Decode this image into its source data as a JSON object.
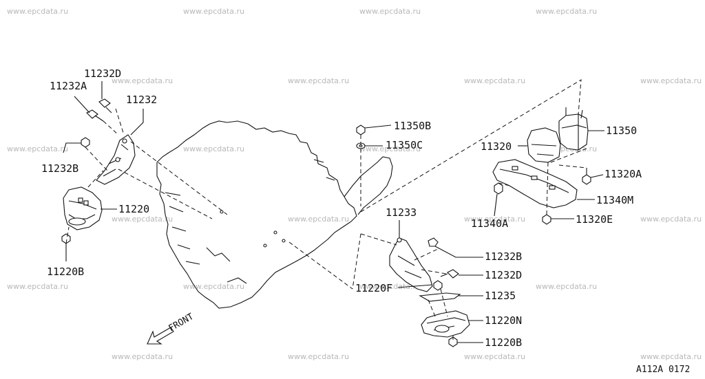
{
  "watermark": "www.epcdata.ru",
  "diagram_code": "A112A 0172",
  "front_label": "FRONT",
  "parts": {
    "p11232D_top": "11232D",
    "p11232A": "11232A",
    "p11232": "11232",
    "p11232B_left": "11232B",
    "p11220": "11220",
    "p11220B_left": "11220B",
    "p11350B": "11350B",
    "p11350C": "11350C",
    "p11350": "11350",
    "p11320": "11320",
    "p11320A": "11320A",
    "p11340M": "11340M",
    "p11340A": "11340A",
    "p11320E": "11320E",
    "p11233": "11233",
    "p11232B_right": "11232B",
    "p11232D_right": "11232D",
    "p11220F": "11220F",
    "p11235": "11235",
    "p11220N": "11220N",
    "p11220B_right": "11220B"
  }
}
